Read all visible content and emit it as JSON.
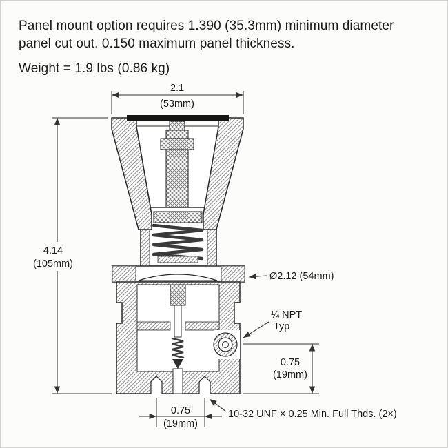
{
  "notes": {
    "panel_mount_line1": "Panel mount option requires 1.390 (35.3mm) minimum diameter",
    "panel_mount_line2": "panel cut out. 0.150 maximum panel thickness.",
    "weight": "Weight = 1.9 lbs (0.86 kg)"
  },
  "dimensions": {
    "knob_width_in": "2.1",
    "knob_width_mm": "(53mm)",
    "overall_height_in": "4.14",
    "overall_height_mm": "(105mm)",
    "body_diameter": "Ø2.12 (54mm)",
    "port_thread_line1": "¼ NPT",
    "port_thread_line2": "Typ",
    "port_height_in": "0.75",
    "port_height_mm": "(19mm)",
    "mount_hole_spacing_in": "0.75",
    "mount_hole_spacing_mm": "(19mm)",
    "mount_thread_note": "10-32 UNF × 0.25 Min. Full Thds. (2×)"
  },
  "colors": {
    "ink": "#1c1c1c",
    "hatch": "#8e8e8e",
    "background": "#fcfcfa"
  }
}
